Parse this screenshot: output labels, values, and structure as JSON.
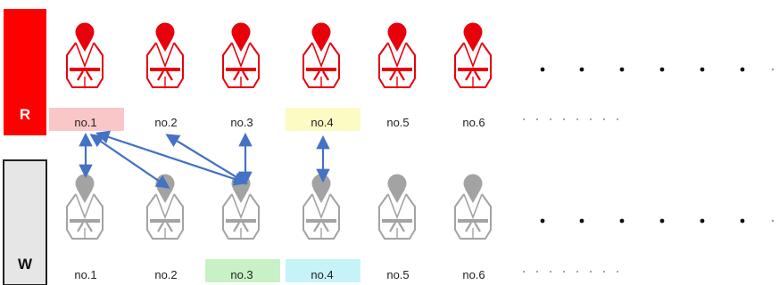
{
  "teams": [
    {
      "letter": "R",
      "color": "#e8000b",
      "box_color": "#ff0000",
      "players": [
        {
          "label": "no.1",
          "highlight": "#f9c7c7"
        },
        {
          "label": "no.2",
          "highlight": null
        },
        {
          "label": "no.3",
          "highlight": null
        },
        {
          "label": "no.4",
          "highlight": "#fdfbc4"
        },
        {
          "label": "no.5",
          "highlight": null
        },
        {
          "label": "no.6",
          "highlight": null
        }
      ]
    },
    {
      "letter": "W",
      "color": "#a3a3a3",
      "box_color": "#e6e6e6",
      "players": [
        {
          "label": "no.1",
          "highlight": null
        },
        {
          "label": "no.2",
          "highlight": null
        },
        {
          "label": "no.3",
          "highlight": "#c8f2c5"
        },
        {
          "label": "no.4",
          "highlight": "#c6f3f8"
        },
        {
          "label": "no.5",
          "highlight": null
        },
        {
          "label": "no.6",
          "highlight": null
        }
      ]
    }
  ],
  "arrows": [
    {
      "from": "R-1",
      "to": "W-1"
    },
    {
      "from": "R-1",
      "to": "W-2"
    },
    {
      "from": "R-1",
      "to": "W-3"
    },
    {
      "from": "R-3",
      "to": "W-3"
    },
    {
      "from": "R-4",
      "to": "W-4"
    }
  ],
  "arrow_color": "#4472c4",
  "continuation_icon": "ellipsis-dots"
}
